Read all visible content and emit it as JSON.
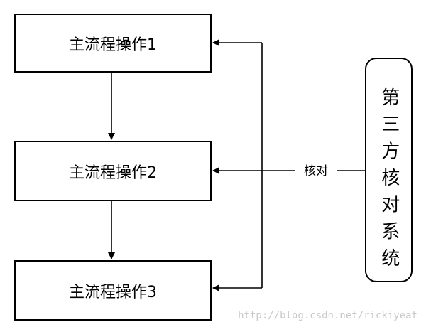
{
  "nodes": {
    "step1": "主流程操作1",
    "step2": "主流程操作2",
    "step3": "主流程操作3",
    "third_party": "第三方核对系统"
  },
  "edges": {
    "check_label": "核对"
  },
  "watermark": "http://blog.csdn.net/rickiyeat",
  "colors": {
    "stroke": "#000000",
    "background": "#ffffff",
    "watermark": "#c8c8c8"
  }
}
